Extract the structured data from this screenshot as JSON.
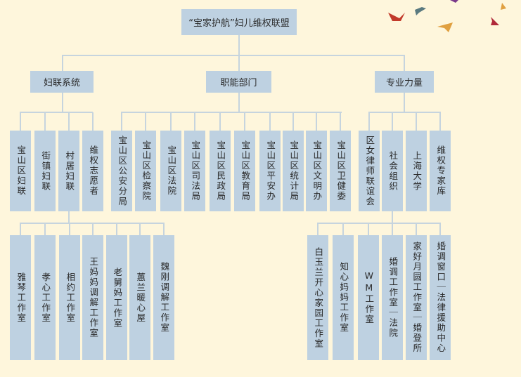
{
  "root": "“宝家护航”妇儿维权联盟",
  "groups": [
    {
      "label": "妇联系统",
      "children": [
        "宝山区妇联",
        "街镇妇联",
        "村居妇联",
        "维权志愿者"
      ]
    },
    {
      "label": "职能部门",
      "children": [
        "宝山区公安分局",
        "宝山区检察院",
        "宝山区法院",
        "宝山区司法局",
        "宝山区民政局",
        "宝山区教育局",
        "宝山区平安办",
        "宝山区统计局",
        "宝山区文明办",
        "宝山区卫健委"
      ]
    },
    {
      "label": "专业力量",
      "children": [
        "区女律师联谊会",
        "社会组织",
        "上海大学",
        "维权专家库"
      ]
    }
  ],
  "village_studios": [
    "雅琴工作室",
    "孝心工作室",
    "相约工作室",
    "王妈妈调解工作室",
    "老舅妈工作室",
    "蕙兰暖心屋",
    "魏刚调解工作室"
  ],
  "social_org_studios": [
    "白玉兰开心家园工作室",
    "知心妈妈工作室",
    "WM工作室",
    "婚调工作室｜法院",
    "家好月圆工作室｜婚登所",
    "婚调窗口｜法律援助中心"
  ]
}
